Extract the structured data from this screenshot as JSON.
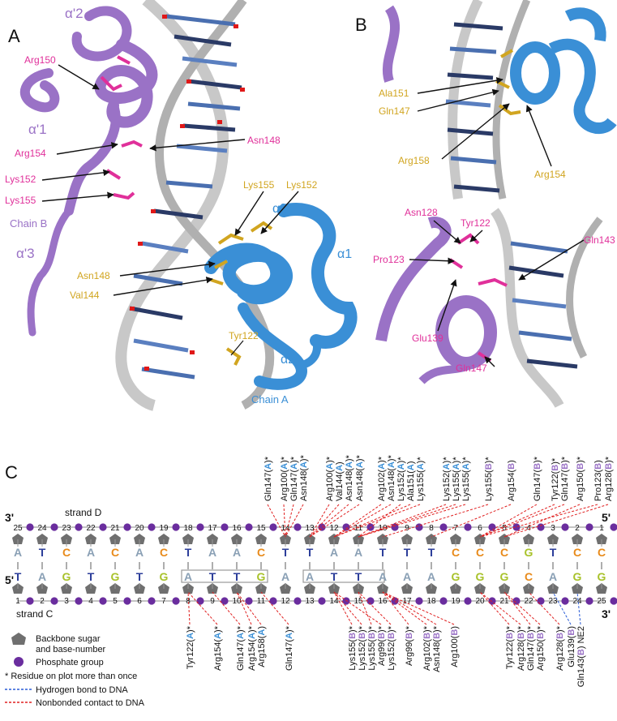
{
  "panels": {
    "a": "A",
    "b": "B",
    "c": "C"
  },
  "colors": {
    "chain_a": "#3a8fd6",
    "chain_b": "#9a72c6",
    "magenta": "#e0309a",
    "gold": "#d1a520",
    "phosphate": "#6a2d9e",
    "sugar": "#6f6f6f",
    "nonbonded": "#e02020",
    "hbond": "#2a5bd7"
  },
  "panel_a": {
    "helix_labels": [
      "α'2",
      "α'1",
      "α'3",
      "α3",
      "α1",
      "α2"
    ],
    "chain_b": "Chain B",
    "chain_a": "Chain A",
    "magenta_labels": [
      "Arg150",
      "Asn148",
      "Arg154",
      "Lys152",
      "Lys155"
    ],
    "gold_labels": [
      "Lys155",
      "Lys152",
      "Asn148",
      "Val144",
      "Tyr122"
    ]
  },
  "panel_b": {
    "gold_labels": [
      "Ala151",
      "Gln147",
      "Arg158",
      "Arg154"
    ],
    "magenta_labels": [
      "Asn128",
      "Tyr122",
      "Gln143",
      "Pro123",
      "Glu139",
      "Gln147"
    ]
  },
  "panel_c": {
    "strand_d_label": "strand D",
    "strand_c_label": "strand C",
    "end_tl": "3'",
    "end_tr": "5'",
    "end_bl": "5'",
    "end_br": "3'",
    "strand_d_numbers": [
      "25",
      "24",
      "23",
      "22",
      "21",
      "20",
      "19",
      "18",
      "17",
      "16",
      "15",
      "14",
      "13",
      "12",
      "11",
      "10",
      "9",
      "8",
      "7",
      "6",
      "5",
      "4",
      "3",
      "2",
      "1"
    ],
    "strand_d_bases": [
      "A",
      "T",
      "C",
      "A",
      "C",
      "A",
      "C",
      "T",
      "A",
      "A",
      "C",
      "T",
      "T",
      "A",
      "A",
      "T",
      "T",
      "T",
      "C",
      "C",
      "C",
      "G",
      "T",
      "C",
      "C"
    ],
    "strand_c_numbers": [
      "1",
      "2",
      "3",
      "4",
      "5",
      "6",
      "7",
      "8",
      "9",
      "10",
      "11",
      "12",
      "13",
      "14",
      "15",
      "16",
      "17",
      "18",
      "19",
      "20",
      "21",
      "22",
      "23",
      "24",
      "25"
    ],
    "strand_c_bases": [
      "T",
      "A",
      "G",
      "T",
      "G",
      "T",
      "G",
      "A",
      "T",
      "T",
      "G",
      "A",
      "A",
      "T",
      "T",
      "A",
      "A",
      "A",
      "G",
      "G",
      "G",
      "C",
      "A",
      "G",
      "G"
    ],
    "top_residues": [
      [
        "Gln147",
        "A",
        "*"
      ],
      [
        "Arg100",
        "A",
        "*"
      ],
      [
        "Gln147",
        "A",
        "*"
      ],
      [
        "Asn148",
        "A",
        "*"
      ],
      [
        "Arg100",
        "A",
        "*"
      ],
      [
        "Val144",
        "A",
        ""
      ],
      [
        "Asn148",
        "A",
        "*"
      ],
      [
        "Asn148",
        "A",
        "*"
      ],
      [
        "Arg102",
        "A",
        "*"
      ],
      [
        "Asn148",
        "A",
        "*"
      ],
      [
        "Lys152",
        "A",
        "*"
      ],
      [
        "Ala151",
        "A",
        ""
      ],
      [
        "Lys155",
        "A",
        "*"
      ],
      [
        "Lys152",
        "A",
        "*"
      ],
      [
        "Lys155",
        "A",
        "*"
      ],
      [
        "Lys155",
        "A",
        "*"
      ],
      [
        "Lys155",
        "B",
        "*"
      ],
      [
        "Arg154",
        "B",
        ""
      ],
      [
        "Gln147",
        "B",
        "*"
      ],
      [
        "Tyr122",
        "B",
        "*"
      ],
      [
        "Gln147",
        "B",
        "*"
      ],
      [
        "Arg150",
        "B",
        "*"
      ],
      [
        "Pro123",
        "B",
        ""
      ],
      [
        "Arg128",
        "B",
        "*"
      ]
    ],
    "bottom_residues": [
      [
        "Tyr122",
        "A",
        "*"
      ],
      [
        "Arg154",
        "A",
        "*"
      ],
      [
        "Gln147",
        "A",
        "*"
      ],
      [
        "Arg154",
        "A",
        "*"
      ],
      [
        "Arg158",
        "A",
        ""
      ],
      [
        "Gln147",
        "A",
        "*"
      ],
      [
        "Lys155",
        "B",
        "*"
      ],
      [
        "Lys152",
        "B",
        "*"
      ],
      [
        "Lys155",
        "B",
        "*"
      ],
      [
        "Arg99",
        "B",
        "*"
      ],
      [
        "Lys152",
        "B",
        "*"
      ],
      [
        "Arg99",
        "B",
        "*"
      ],
      [
        "Arg102",
        "B",
        "*"
      ],
      [
        "Asn148",
        "B",
        "*"
      ],
      [
        "Arg100",
        "B",
        ""
      ],
      [
        "Tyr122",
        "B",
        "*"
      ],
      [
        "Arg128",
        "B",
        "*"
      ],
      [
        "Gln147",
        "B",
        "*"
      ],
      [
        "Arg150",
        "B",
        "*"
      ],
      [
        "Arg128",
        "B",
        "*"
      ],
      [
        "Glu139",
        "B",
        ""
      ],
      [
        "Gln143",
        "B",
        " NE2"
      ]
    ],
    "legend": [
      {
        "icon": "backbone-sugar-icon",
        "text": "Backbone sugar"
      },
      {
        "icon": "",
        "text": "and base-number"
      },
      {
        "icon": "phosphate-group-icon",
        "text": "Phosphate group"
      },
      {
        "icon": "",
        "text": "* Residue on plot more than once"
      },
      {
        "icon": "hbond-line-icon",
        "text": "Hydrogen bond to DNA"
      },
      {
        "icon": "nonbonded-line-icon",
        "text": "Nonbonded contact to DNA"
      }
    ]
  }
}
